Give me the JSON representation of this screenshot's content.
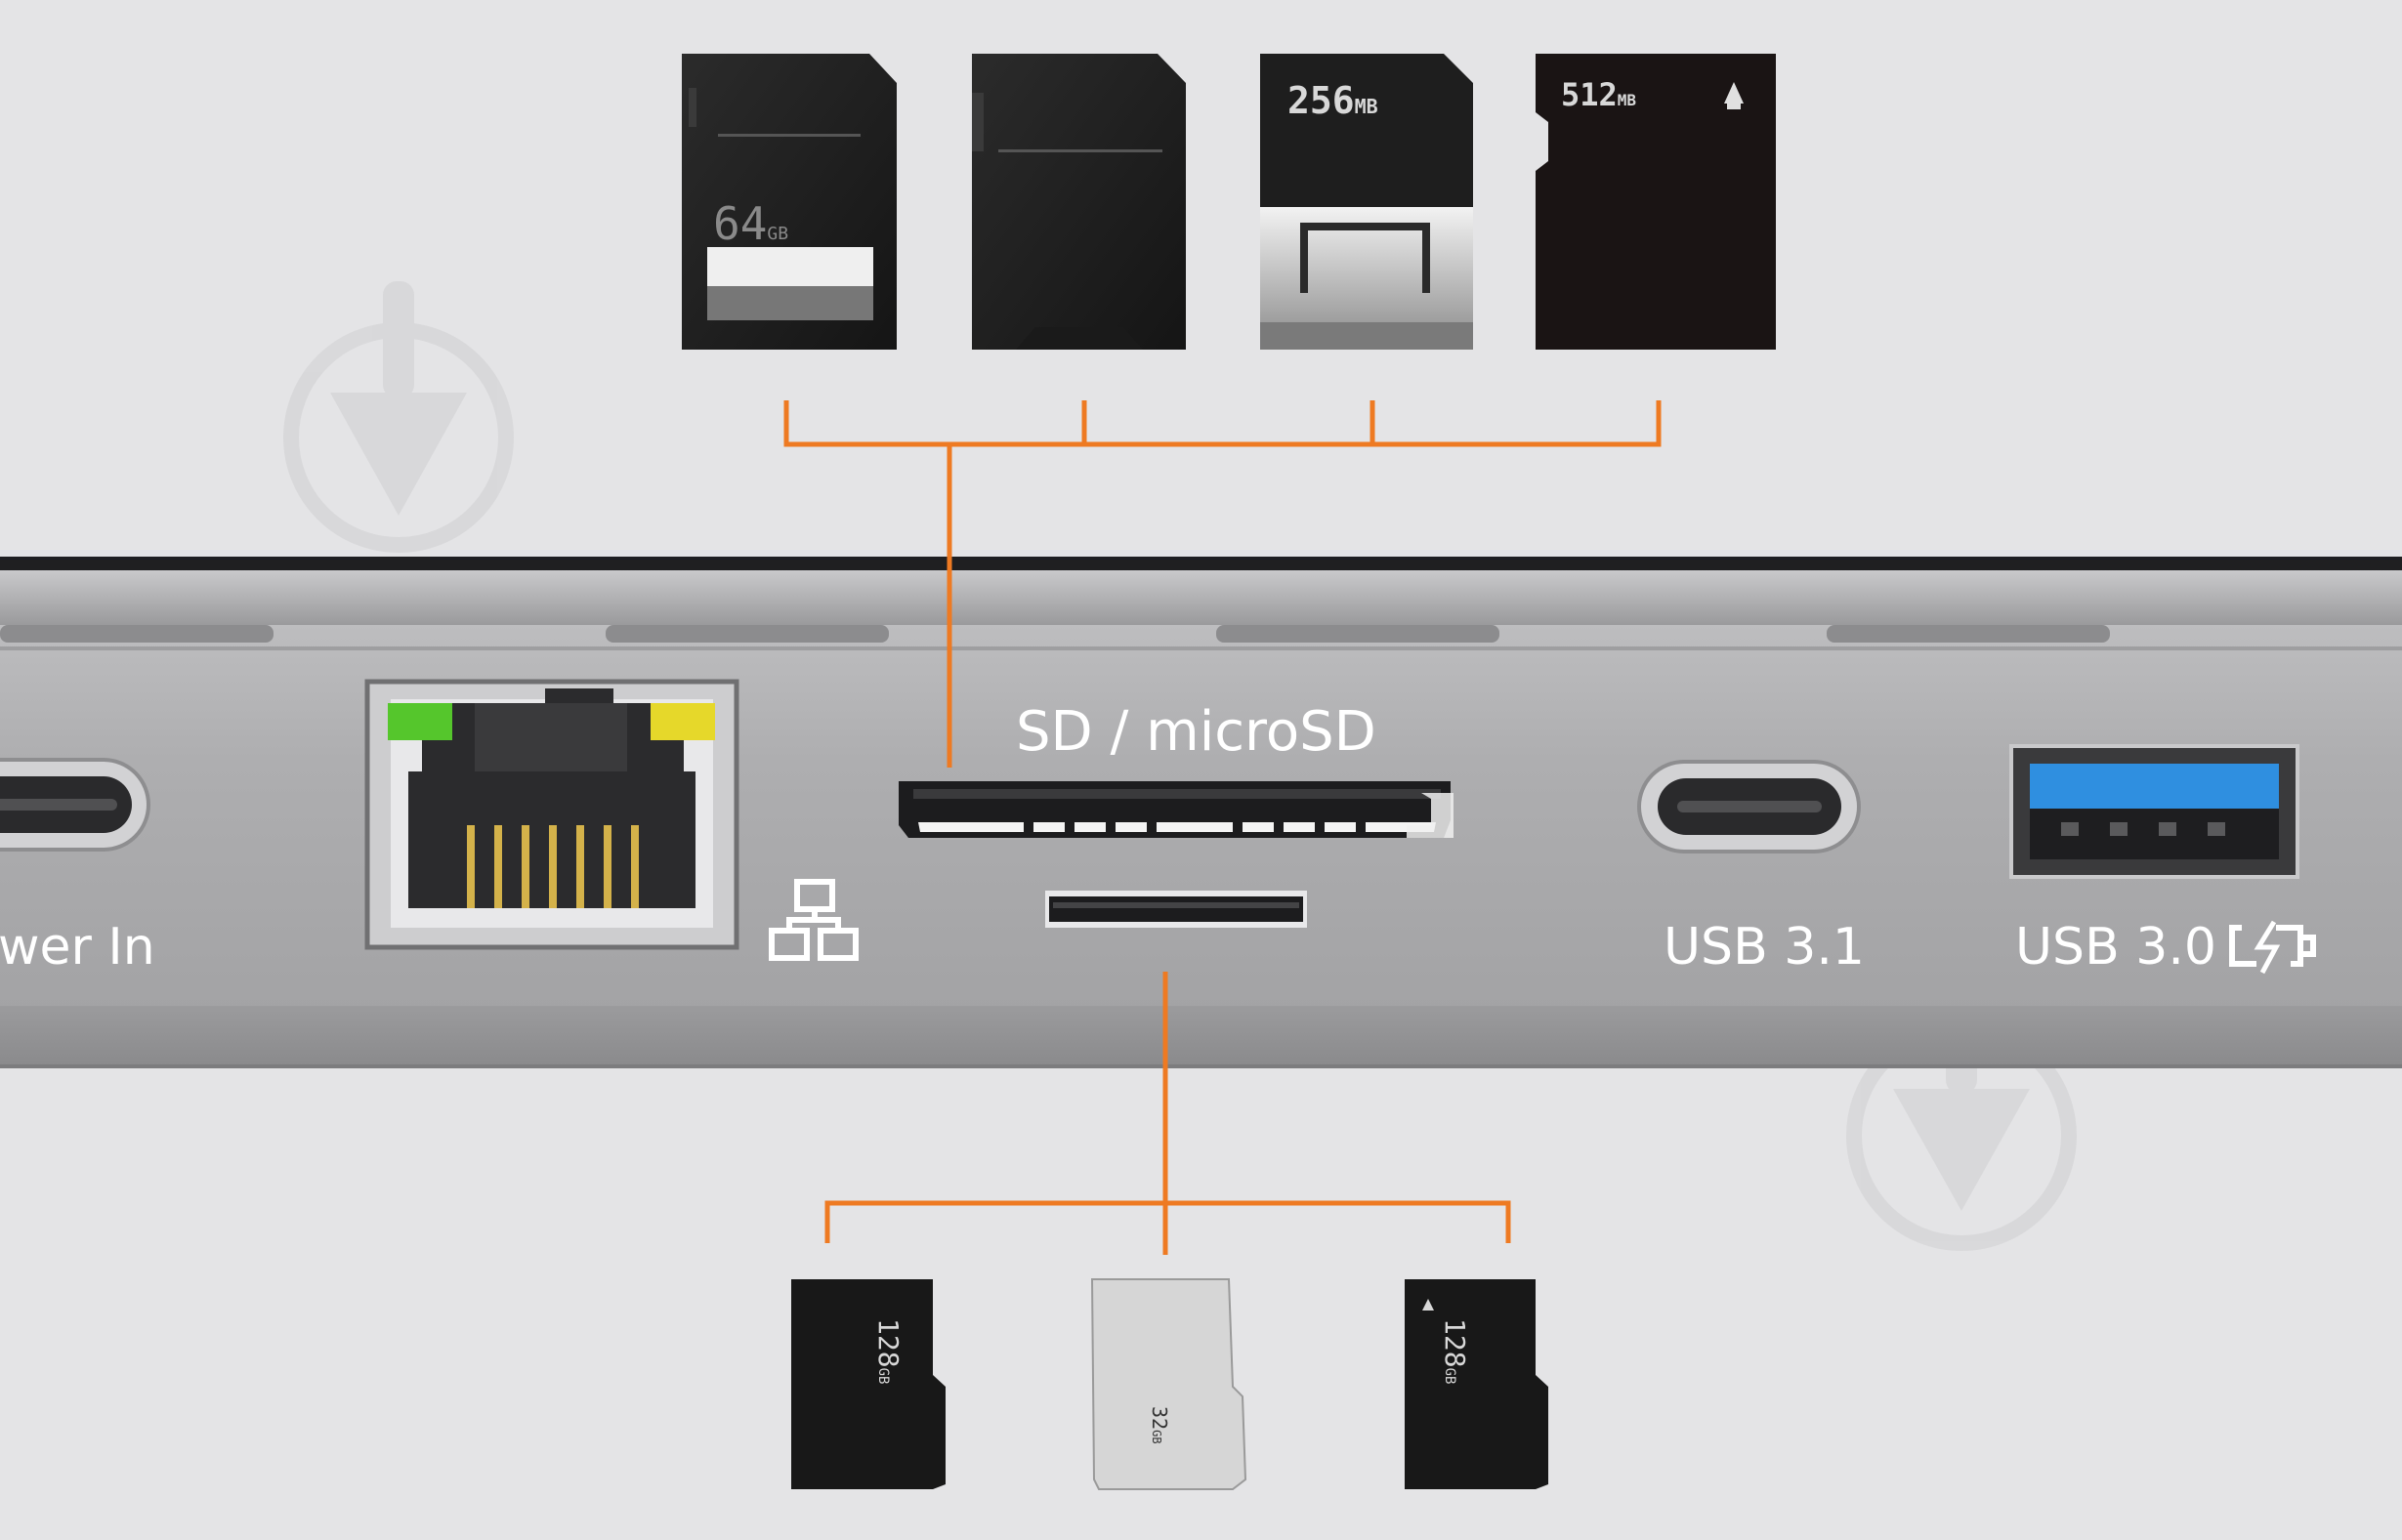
{
  "ports": {
    "power_label": "wer In",
    "card_reader_label": "SD / microSD",
    "usb31_label": "USB 3.1",
    "usb30_label": "USB 3.0"
  },
  "sd_cards": [
    {
      "capacity": "64",
      "unit": "GB"
    },
    {
      "capacity": "",
      "unit": ""
    },
    {
      "capacity": "256",
      "unit": "MB"
    },
    {
      "capacity": "512",
      "unit": "MB"
    }
  ],
  "microsd_cards": [
    {
      "capacity": "128",
      "unit": "GB"
    },
    {
      "capacity": "32",
      "unit": "GB"
    },
    {
      "capacity": "128",
      "unit": "GB"
    }
  ],
  "colors": {
    "background": "#e4e4e6",
    "hub_body": "#a9a9ab",
    "connector_lines": "#ee7a22",
    "usb30_tongue": "#2f8fe0",
    "ethernet_led_left": "#55c62c",
    "ethernet_led_right": "#e6d82a"
  },
  "icons": [
    "network-icon",
    "charging-icon",
    "download-watermark-icon"
  ]
}
